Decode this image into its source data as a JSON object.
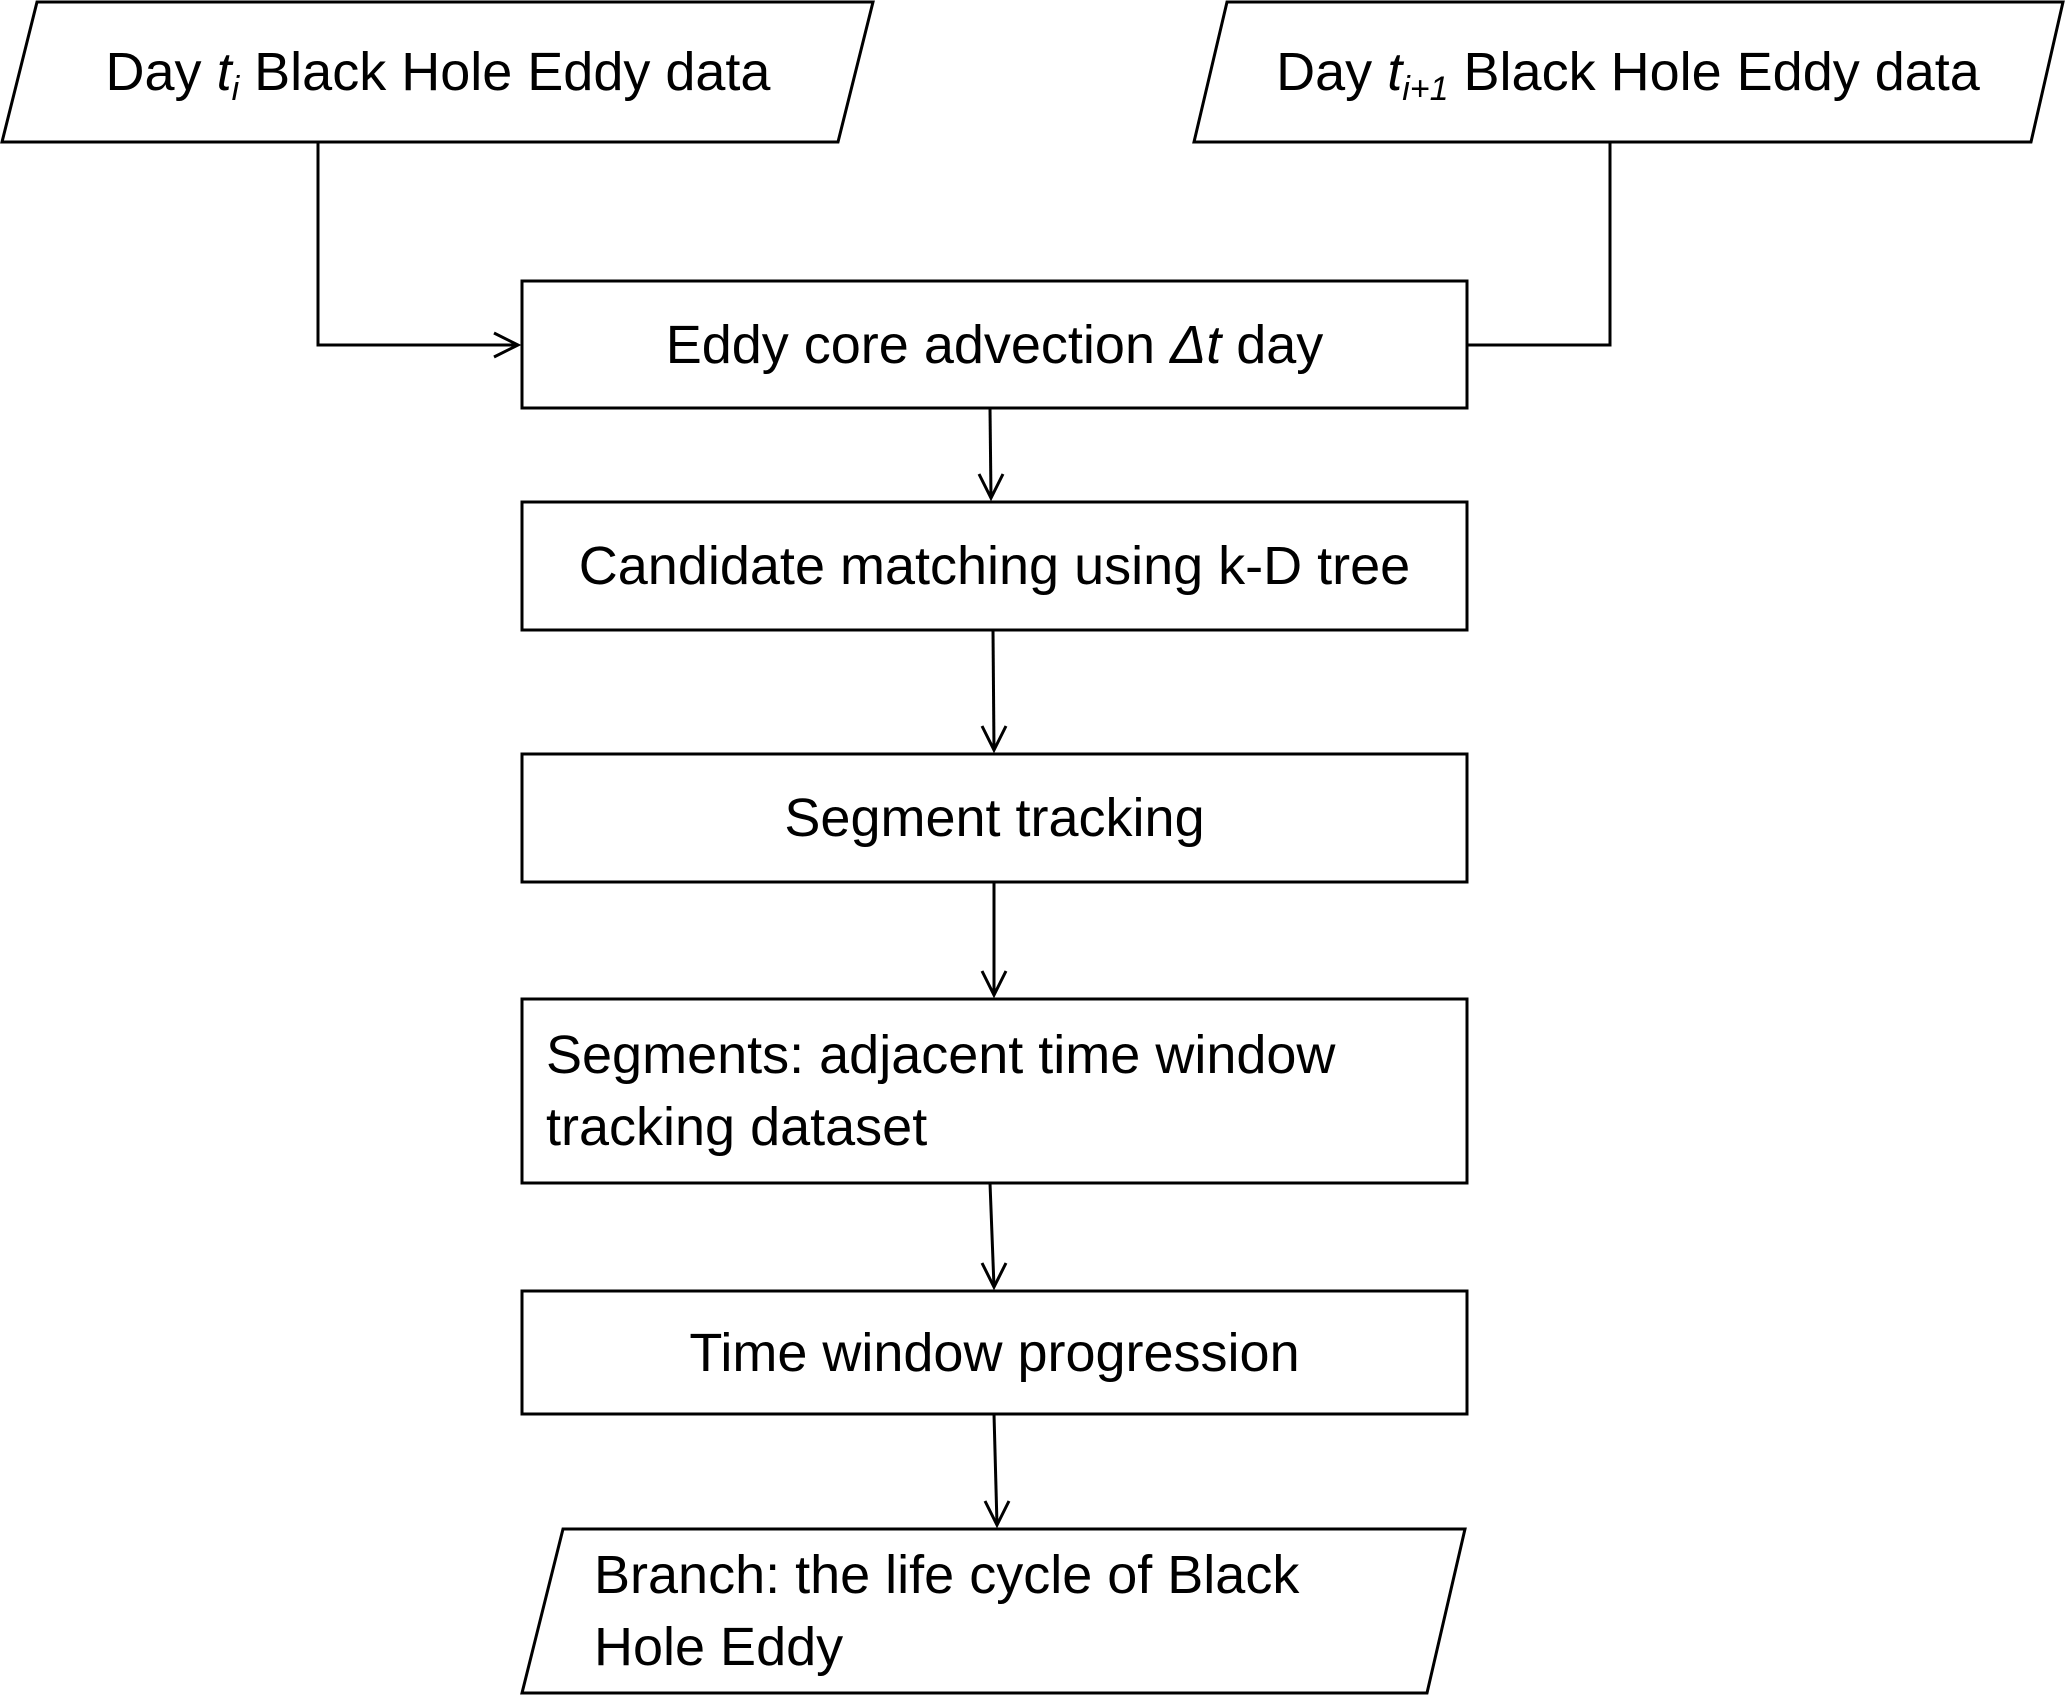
{
  "diagram": {
    "stroke_color": "#000000",
    "background_color": "#ffffff",
    "nodes": {
      "input_ti": {
        "shape": "parallelogram",
        "prefix": "Day ",
        "var": "t",
        "sub": "i",
        "suffix": " Black Hole Eddy data"
      },
      "input_ti1": {
        "shape": "parallelogram",
        "prefix": "Day ",
        "var": "t",
        "sub": "i+1",
        "suffix": " Black Hole Eddy data"
      },
      "advection": {
        "shape": "rectangle",
        "prefix": "Eddy core advection ",
        "var": "Δt",
        "suffix": " day"
      },
      "matching": {
        "shape": "rectangle",
        "text": "Candidate matching using k-D tree"
      },
      "segment_tracking": {
        "shape": "rectangle",
        "text": "Segment tracking"
      },
      "segments": {
        "shape": "rectangle",
        "line1": "Segments: adjacent time window",
        "line2": "tracking dataset"
      },
      "progression": {
        "shape": "rectangle",
        "text": "Time window progression"
      },
      "branch": {
        "shape": "parallelogram",
        "line1": "Branch: the life cycle of Black",
        "line2": "Hole Eddy"
      }
    },
    "edges": [
      {
        "from": "input_ti",
        "to": "advection",
        "arrow": true
      },
      {
        "from": "input_ti1",
        "to": "advection",
        "arrow": false
      },
      {
        "from": "advection",
        "to": "matching",
        "arrow": true
      },
      {
        "from": "matching",
        "to": "segment_tracking",
        "arrow": true
      },
      {
        "from": "segment_tracking",
        "to": "segments",
        "arrow": true
      },
      {
        "from": "segments",
        "to": "progression",
        "arrow": true
      },
      {
        "from": "progression",
        "to": "branch",
        "arrow": true
      }
    ]
  }
}
